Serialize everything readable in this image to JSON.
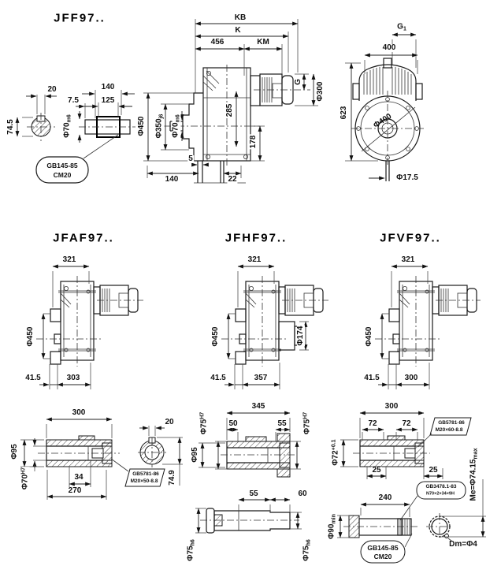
{
  "jff": {
    "title": "JFF97..",
    "det20": "20",
    "det75": "7.5",
    "det140": "140",
    "det125": "125",
    "det745": "74.5",
    "det_dia70": {
      "b": "Φ70",
      "sub": "m6"
    },
    "det_callout1": "GB145-85",
    "det_callout2": "CM20",
    "kb": "KB",
    "k": "K",
    "l456": "456",
    "km": "KM",
    "dia450": "Φ450",
    "dia350": {
      "b": "Φ350",
      "sub": "j6"
    },
    "dia70": {
      "b": "Φ70",
      "sub": "m6"
    },
    "h285": "285",
    "g": "G",
    "dia300": "Φ300",
    "h178": "178",
    "b5": "5",
    "b140": "140",
    "b22": "22",
    "g1": {
      "b": "G",
      "sub": "1"
    },
    "w400": "400",
    "h623": "623",
    "dia400": "Φ400",
    "dia175": "Φ17.5"
  },
  "jfaf": {
    "title": "JFAF97..",
    "w321": "321",
    "dia450": "Φ450",
    "b415": "41.5",
    "b303": "303"
  },
  "jfhf": {
    "title": "JFHF97..",
    "w321": "321",
    "dia450": "Φ450",
    "dia174": "Φ174",
    "b415": "41.5",
    "b357": "357"
  },
  "jfvf": {
    "title": "JFVF97..",
    "w321": "321",
    "dia450": "Φ450",
    "b415": "41.5",
    "b300": "300"
  },
  "shaft_a": {
    "l300": "300",
    "dia95": "Φ95",
    "dia70": {
      "b": "Φ70",
      "sup": "H7"
    },
    "l34": "34",
    "l270": "270",
    "key20": "20",
    "h749": "74.9",
    "callout1": "GB5781-86",
    "callout2": "M20×50-8.8"
  },
  "shaft_b": {
    "l345": "345",
    "dia75l": {
      "b": "Φ75",
      "sup": "H7"
    },
    "dia75r": {
      "b": "Φ75",
      "sup": "H7"
    },
    "l50": "50",
    "l55": "55",
    "dia95": "Φ95"
  },
  "shaft_c": {
    "l55": "55",
    "l60": "60",
    "dia75l": {
      "b": "Φ75",
      "sub": "h6"
    },
    "dia75r": {
      "b": "Φ75",
      "sub": "h6"
    }
  },
  "shaft_d": {
    "l300": "300",
    "l72a": "72",
    "l72b": "72",
    "l25a": "25",
    "l25b": "25",
    "dia72": {
      "b": "Φ72",
      "sup": "+0.1"
    },
    "callout1": "GB5781-86",
    "callout2": "M20×60-8.8",
    "me": {
      "b": "Me=Φ74.15",
      "sub": "max"
    }
  },
  "shaft_e": {
    "l240": "240",
    "dia90": {
      "b": "Φ90",
      "sub": "min"
    },
    "callout1a": "GB3478.1-83",
    "callout1b": "N70×2×34×9H",
    "callout2a": "GB145-85",
    "callout2b": "CM20",
    "dm": "Dm=Φ4"
  }
}
